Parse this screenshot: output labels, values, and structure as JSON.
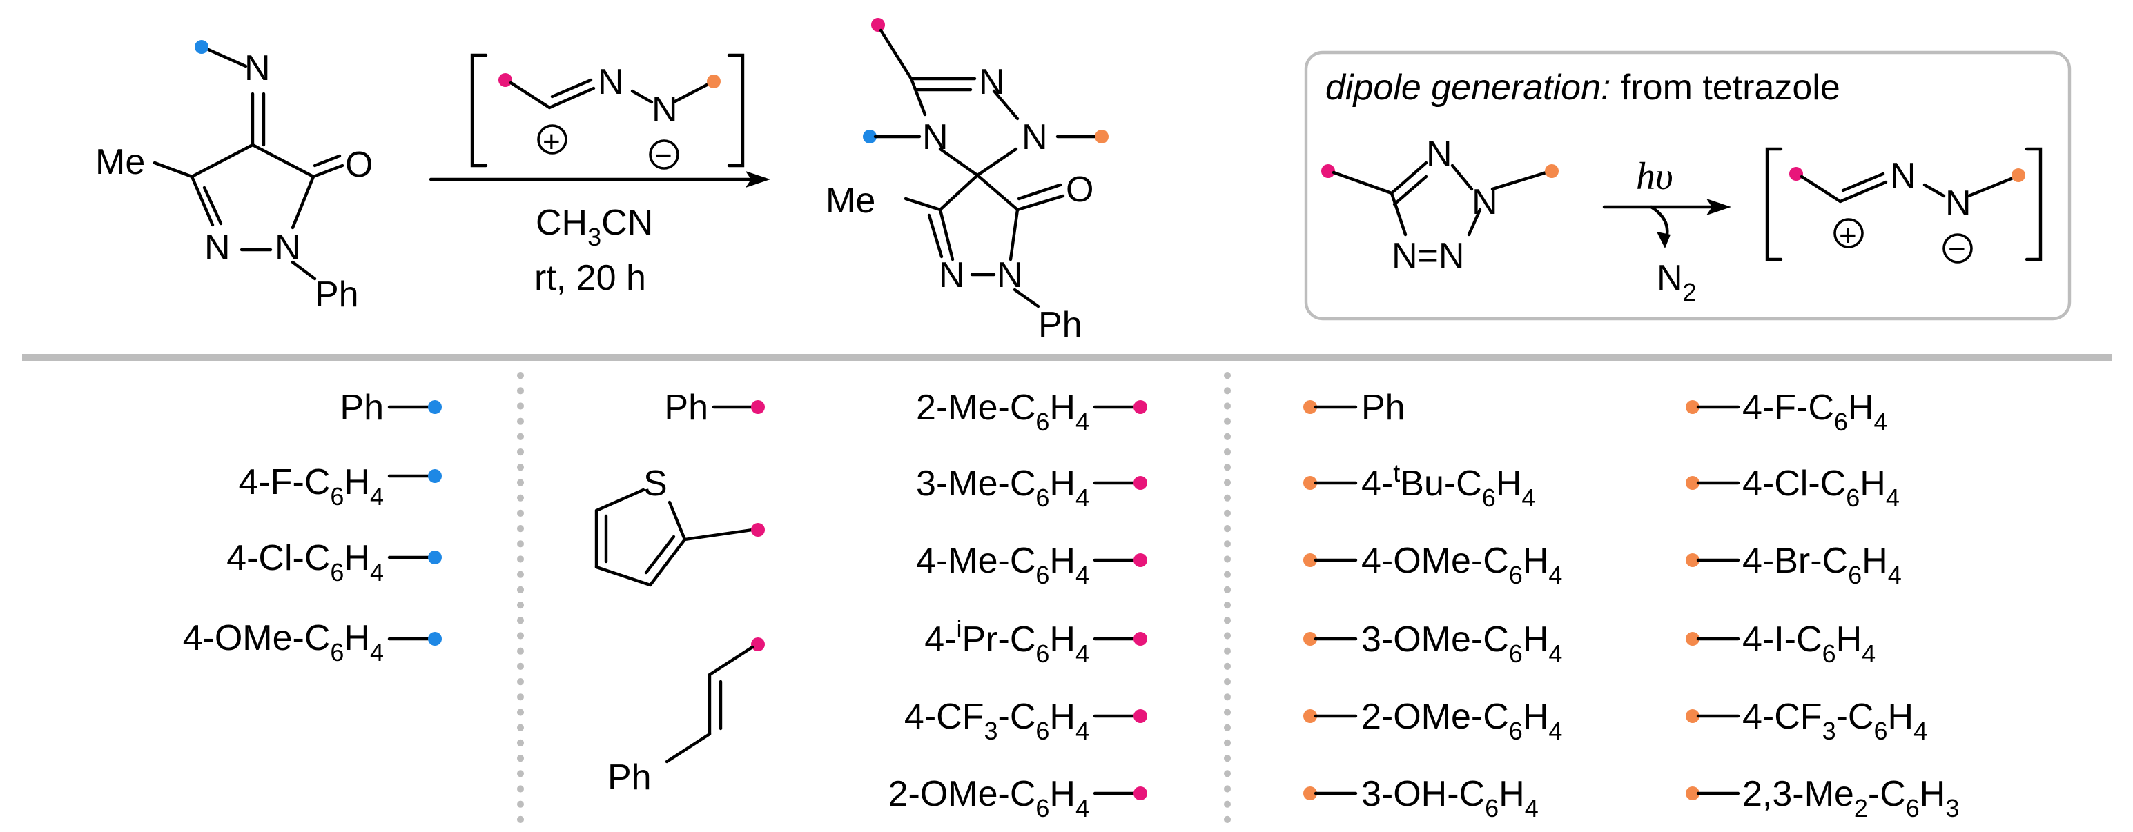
{
  "colors": {
    "blue": "#1e88e5",
    "magenta": "#e8157a",
    "orange": "#f4894b",
    "separator": "#bdbdbd",
    "box_border": "#bdbdbd"
  },
  "scheme": {
    "reactant": {
      "me": "Me",
      "n_imine": "N",
      "o": "O",
      "n1": "N",
      "n2": "N",
      "ph": "Ph"
    },
    "reagent": {
      "n1": "N",
      "n2": "N",
      "plus": "+",
      "minus": "−"
    },
    "conditions": {
      "solvent_base": "CH",
      "solvent_sub": "3",
      "solvent_end": "CN",
      "time": "rt, 20 h"
    },
    "product": {
      "n_top": "N",
      "n_left": "N",
      "n_right": "N",
      "me": "Me",
      "o": "O",
      "n_pz1": "N",
      "n_pz2": "N",
      "ph": "Ph"
    }
  },
  "dipole_box": {
    "title_italic": "dipole generation:",
    "title_rest": " from tetrazole",
    "tetrazole": {
      "n_a": "N",
      "n_b": "N",
      "n_bottom": "N=N"
    },
    "light": "hυ",
    "n2_base": "N",
    "n2_sub": "2"
  },
  "substituents": {
    "blue": [
      "Ph",
      "4-F-C6H4",
      "4-Cl-C6H4",
      "4-OMe-C6H4"
    ],
    "magenta_left": [
      "Ph",
      "thiophen-2-yl",
      "styryl"
    ],
    "magenta_right": [
      "2-Me-C6H4",
      "3-Me-C6H4",
      "4-Me-C6H4",
      "4-iPr-C6H4",
      "4-CF3-C6H4",
      "2-OMe-C6H4"
    ],
    "orange_left": [
      "Ph",
      "4-tBu-C6H4",
      "4-OMe-C6H4",
      "3-OMe-C6H4",
      "2-OMe-C6H4",
      "3-OH-C6H4"
    ],
    "orange_right": [
      "4-F-C6H4",
      "4-Cl-C6H4",
      "4-Br-C6H4",
      "4-I-C6H4",
      "4-CF3-C6H4",
      "2,3-Me2-C6H3"
    ]
  },
  "labels": {
    "ph": "Ph",
    "s": "S",
    "ph_styryl": "Ph",
    "blue_1_pre": "4-F-C",
    "blue_1_a": "6",
    "blue_1_b": "H",
    "blue_1_c": "4",
    "blue_2_pre": "4-Cl-C",
    "blue_3_pre": "4-OMe-C",
    "m_1_pre": "2-Me-C",
    "m_2_pre": "3-Me-C",
    "m_3_pre": "4-Me-C",
    "m_4_pre": "4-",
    "m_4_sup": "i",
    "m_4_mid": "Pr-C",
    "m_5_pre": "4-CF",
    "m_5_sub": "3",
    "m_5_mid": "-C",
    "m_6_pre": "2-OMe-C",
    "o_1_pre": "4-",
    "o_1_sup": "t",
    "o_1_mid": "Bu-C",
    "o_2_pre": "4-OMe-C",
    "o_3_pre": "3-OMe-C",
    "o_4_pre": "2-OMe-C",
    "o_5_pre": "3-OH-C",
    "r_0_pre": "4-F-C",
    "r_1_pre": "4-Cl-C",
    "r_2_pre": "4-Br-C",
    "r_3_pre": "4-I-C",
    "r_4_pre": "4-CF",
    "r_4_sub": "3",
    "r_4_mid": "-C",
    "r_5_pre": "2,3-Me",
    "r_5_sub": "2",
    "r_5_mid": "-C",
    "r_5_s6": "6",
    "r_5_h": "H",
    "r_5_s3": "3",
    "six": "6",
    "H": "H",
    "four": "4"
  }
}
